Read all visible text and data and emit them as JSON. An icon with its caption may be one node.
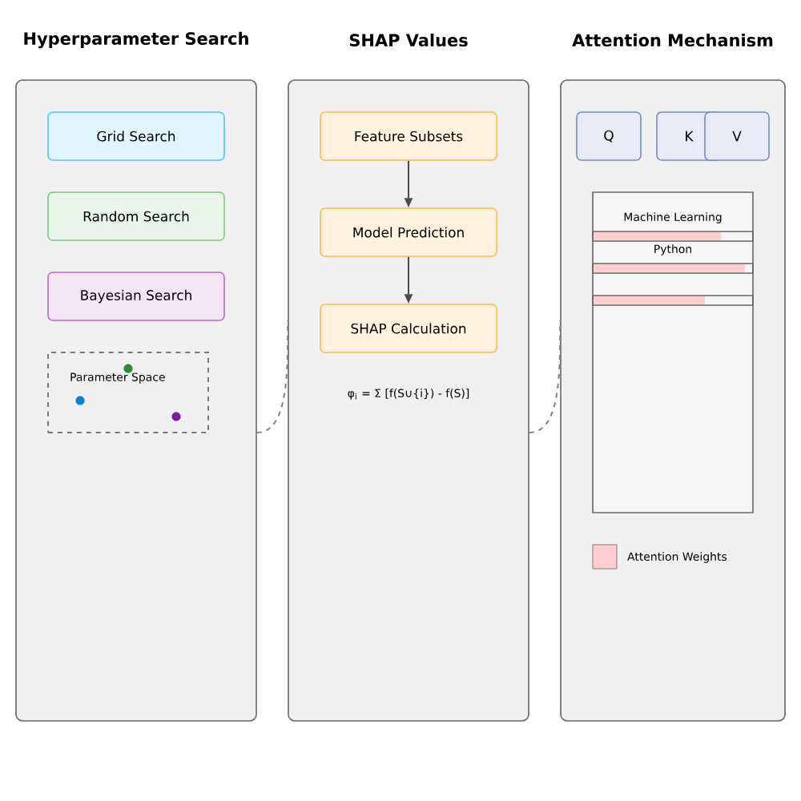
{
  "diagram": {
    "nodes": [
      {
        "text": [
          "Hyperparameter Search"
        ]
      },
      {
        "text": [
          "Grid Search"
        ],
        "in": 0
      },
      {
        "text": [
          "Random Search"
        ],
        "in": 0
      },
      {
        "text": [
          "Bayesian Search"
        ],
        "in": 0
      },
      {
        "text": [
          "Parameter Space"
        ],
        "in": 0
      },
      {
        "text": [
          "SHAP Values"
        ]
      },
      {
        "text": [
          "Feature Subsets"
        ],
        "in": 5
      },
      {
        "text": [
          "Model Prediction"
        ],
        "in": 5
      },
      {
        "text": [
          "SHAP Calculation"
        ],
        "in": 5
      },
      {
        "text": [
          "Attention Mechanism"
        ]
      },
      {
        "text": [
          "Q"
        ],
        "in": 9
      },
      {
        "text": [
          "K"
        ],
        "in": 9
      },
      {
        "text": [
          "V"
        ],
        "in": 9
      },
      {
        "text": [
          "Machine Learning",
          "Python"
        ],
        "in": 9
      }
    ],
    "edges": [
      {
        "from": 6,
        "to": 7,
        "arrow": "to"
      },
      {
        "from": 7,
        "to": 8,
        "arrow": "to"
      },
      {
        "from": 0,
        "to": 5,
        "arrow": "none",
        "style": "dashed"
      },
      {
        "from": 5,
        "to": 9,
        "arrow": "none",
        "style": "dashed"
      }
    ],
    "labels": [
      "φ$_{i}$ = Σ [f(S∪{i}) - f(S)]"
    ],
    "legend": [
      {
        "text": "Attention Weights",
        "color": "#ffcdd2"
      }
    ]
  }
}
